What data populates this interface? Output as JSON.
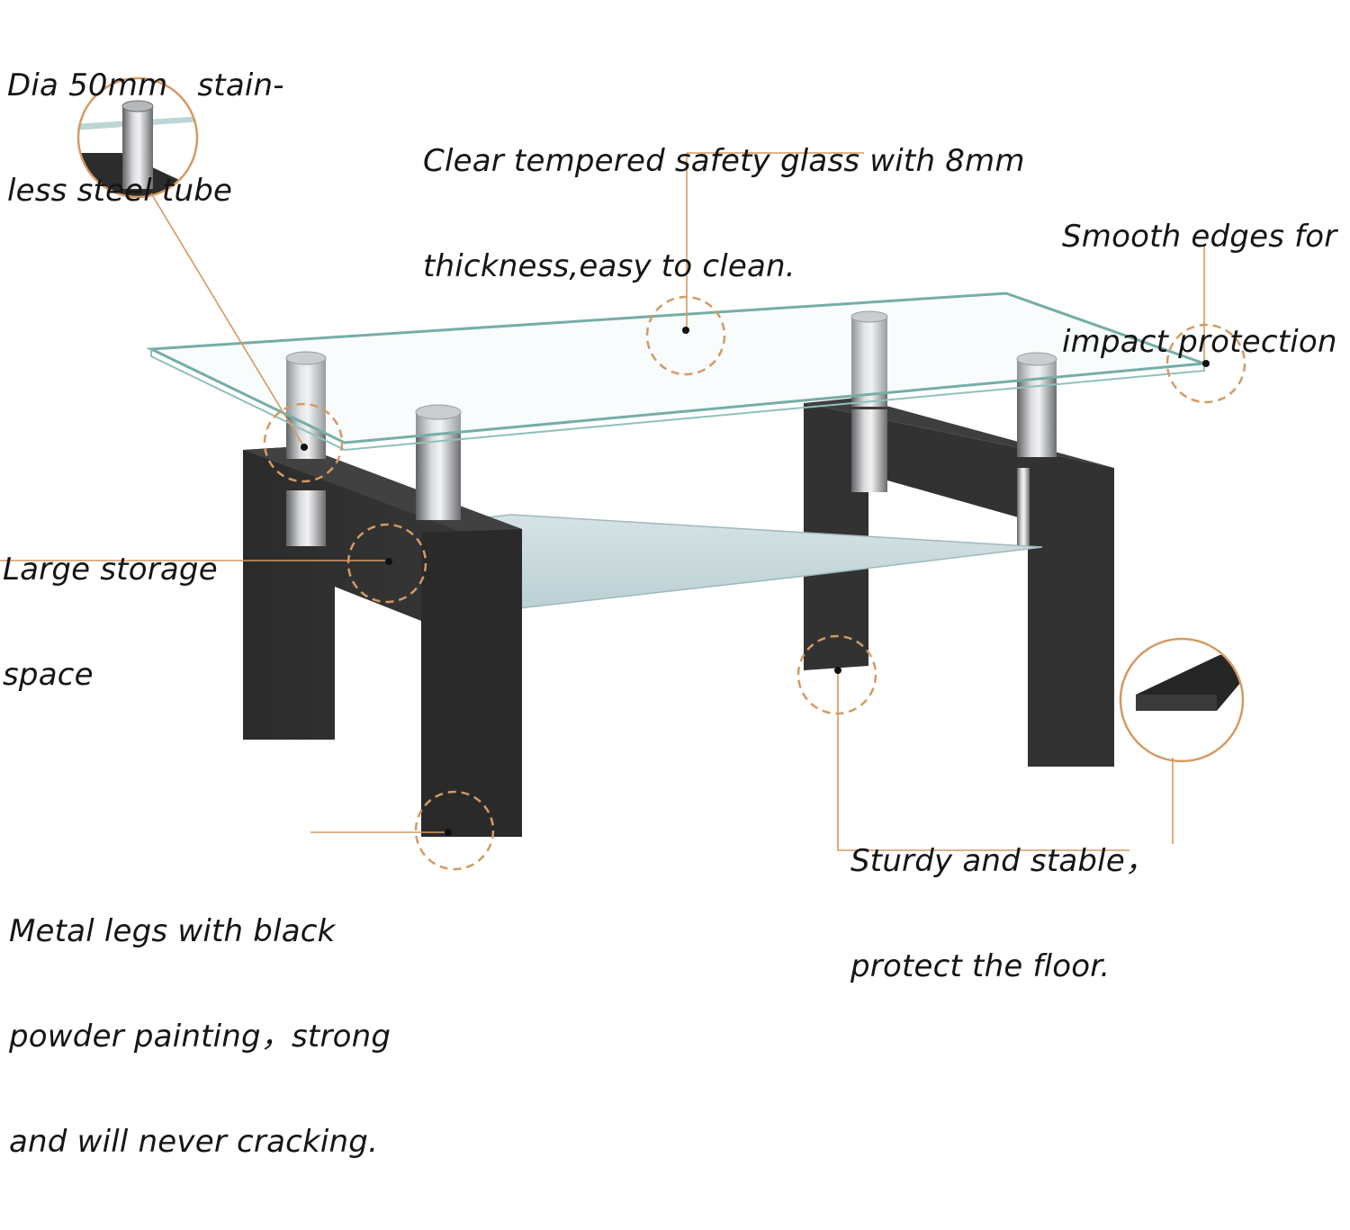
{
  "colors": {
    "background": "#ffffff",
    "text": "#151515",
    "callout": "#d49a63",
    "leg": "#2f2f2f",
    "leg_dark": "#1f1f1f",
    "steel": "#a7a8aa",
    "glass_edge": "#76ada7",
    "frosted_glass": "#cddde0"
  },
  "image": {
    "subject": "glass coffee table",
    "icons": [
      "steel-tube-detail-icon",
      "leg-foot-detail-icon"
    ]
  },
  "callouts": {
    "steel_tube": {
      "line1": "Dia 50mm   stain-",
      "line2": "less steel tube"
    },
    "glass_top": {
      "line1": "Clear tempered safety glass with 8mm",
      "line2": "thickness,easy to clean."
    },
    "edges": {
      "line1": "Smooth edges for",
      "line2": "impact protection"
    },
    "storage": {
      "line1": "Large storage",
      "line2": "space"
    },
    "stable": {
      "line1": "Sturdy and stable，",
      "line2": "protect the floor."
    },
    "legs": {
      "line1": "Metal legs with black",
      "line2": "powder painting，strong",
      "line3": "and will never cracking."
    }
  }
}
